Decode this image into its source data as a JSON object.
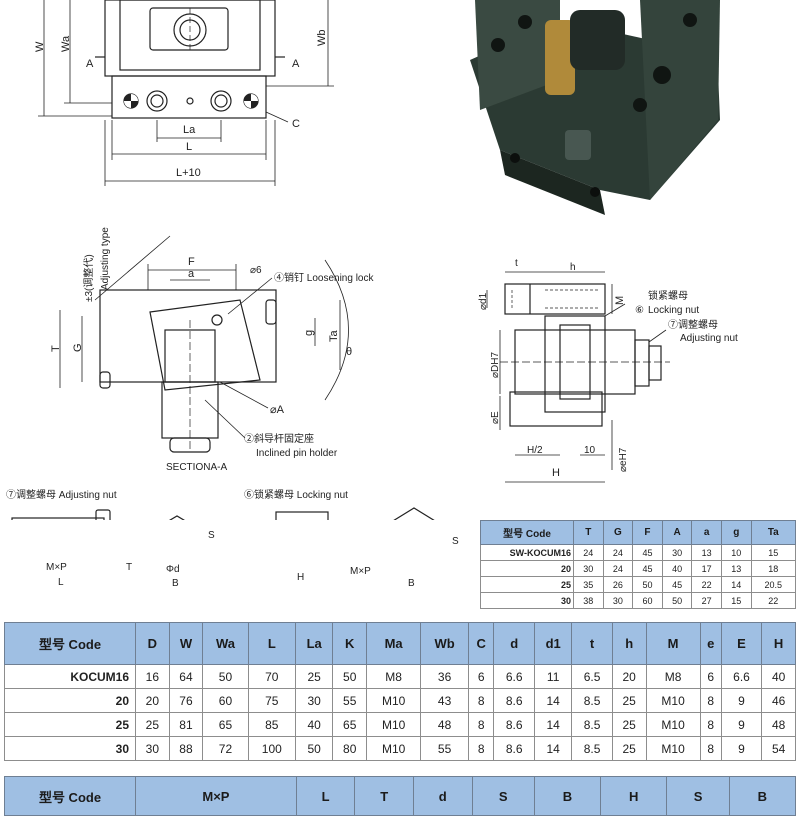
{
  "drawing_labels": {
    "top_view": {
      "W": "W",
      "Wa": "Wa",
      "Wb": "Wb",
      "A_left": "A",
      "A_right": "A",
      "La": "La",
      "L": "L",
      "L10": "L+10",
      "C": "C"
    },
    "section": {
      "F": "F",
      "a": "a",
      "phi6": "⌀6",
      "pin_label": "④销钉 Loosening lock",
      "T": "T",
      "G": "G",
      "g": "g",
      "Ta": "Ta",
      "theta": "θ",
      "phiA": "⌀A",
      "holder_label_cn": "②斜导杆固定座",
      "holder_label_en": "Inclined pin holder",
      "section_title": "SECTIONA-A",
      "adjust_cn": "±3(调整代)",
      "adjust_en": "Adjusting type"
    },
    "side": {
      "t": "t",
      "h": "h",
      "phi_d1": "⌀d1",
      "M": "M",
      "locking_cn": "锁紧螺母",
      "locking_num": "⑥",
      "locking_en": "Locking nut",
      "adjusting_cn": "⑦调整螺母",
      "adjusting_en": "Adjusting nut",
      "phiDH7": "⌀DH7",
      "phiE": "⌀E",
      "H2": "H/2",
      "ten": "10",
      "H": "H",
      "phieH7": "⌀eH7"
    },
    "adjusting_nut": {
      "title": "⑦调整螺母 Adjusting nut",
      "S": "S",
      "MxP": "M×P",
      "T": "T",
      "L": "L",
      "phid": "Φd",
      "B": "B"
    },
    "locking_nut": {
      "title": "⑥锁紧螺母 Locking nut",
      "S": "S",
      "H": "H",
      "MxP": "M×P",
      "B": "B"
    }
  },
  "small_table": {
    "headers": [
      "型号 Code",
      "T",
      "G",
      "F",
      "A",
      "a",
      "g",
      "Ta"
    ],
    "rows": [
      [
        "SW-KOCUM16",
        "24",
        "24",
        "45",
        "30",
        "13",
        "10",
        "15"
      ],
      [
        "20",
        "30",
        "24",
        "45",
        "40",
        "17",
        "13",
        "18"
      ],
      [
        "25",
        "35",
        "26",
        "50",
        "45",
        "22",
        "14",
        "20.5"
      ],
      [
        "30",
        "38",
        "30",
        "60",
        "50",
        "27",
        "15",
        "22"
      ]
    ]
  },
  "main_table": {
    "headers": [
      "型号 Code",
      "D",
      "W",
      "Wa",
      "L",
      "La",
      "K",
      "Ma",
      "Wb",
      "C",
      "d",
      "d1",
      "t",
      "h",
      "M",
      "e",
      "E",
      "H"
    ],
    "rows": [
      [
        "KOCUM16",
        "16",
        "64",
        "50",
        "70",
        "25",
        "50",
        "M8",
        "36",
        "6",
        "6.6",
        "11",
        "6.5",
        "20",
        "M8",
        "6",
        "6.6",
        "40"
      ],
      [
        "20",
        "20",
        "76",
        "60",
        "75",
        "30",
        "55",
        "M10",
        "43",
        "8",
        "8.6",
        "14",
        "8.5",
        "25",
        "M10",
        "8",
        "9",
        "46"
      ],
      [
        "25",
        "25",
        "81",
        "65",
        "85",
        "40",
        "65",
        "M10",
        "48",
        "8",
        "8.6",
        "14",
        "8.5",
        "25",
        "M10",
        "8",
        "9",
        "48"
      ],
      [
        "30",
        "30",
        "88",
        "72",
        "100",
        "50",
        "80",
        "M10",
        "55",
        "8",
        "8.6",
        "14",
        "8.5",
        "25",
        "M10",
        "8",
        "9",
        "54"
      ]
    ]
  },
  "third_table": {
    "headers": [
      "型号 Code",
      "M×P",
      "L",
      "T",
      "d",
      "S",
      "B",
      "H",
      "S",
      "B"
    ]
  },
  "colors": {
    "table_header": "#9fbfe3",
    "photo_steel": "#2b3a33",
    "photo_brass": "#b08a3a"
  }
}
